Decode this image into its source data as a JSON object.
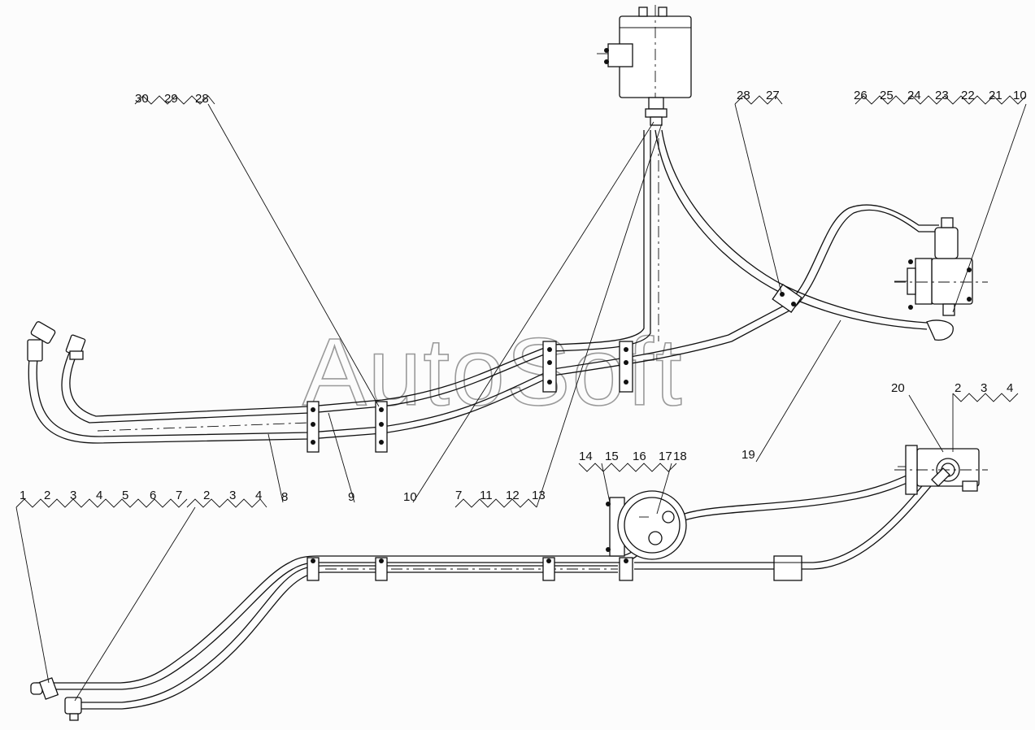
{
  "watermark": "AutoSoft",
  "callouts": {
    "g_30_29_28": [
      "30",
      "29",
      "28"
    ],
    "g_28_27": [
      "28",
      "27"
    ],
    "g_26_to_10": [
      "26",
      "25",
      "24",
      "23",
      "22",
      "21",
      "10"
    ],
    "g_20": [
      "20"
    ],
    "g_2_3_4_right": [
      "2",
      "3",
      "4"
    ],
    "g_19": [
      "19"
    ],
    "g_8": [
      "8"
    ],
    "g_9": [
      "9"
    ],
    "g_10": [
      "10"
    ],
    "g_7_11_12_13": [
      "7",
      "11",
      "12",
      "13"
    ],
    "g_14_to_18": [
      "14",
      "15",
      "16",
      "17",
      "18"
    ],
    "g_1_to_7": [
      "1",
      "2",
      "3",
      "4",
      "5",
      "6",
      "7"
    ],
    "g_2_3_4_left": [
      "2",
      "3",
      "4"
    ]
  }
}
